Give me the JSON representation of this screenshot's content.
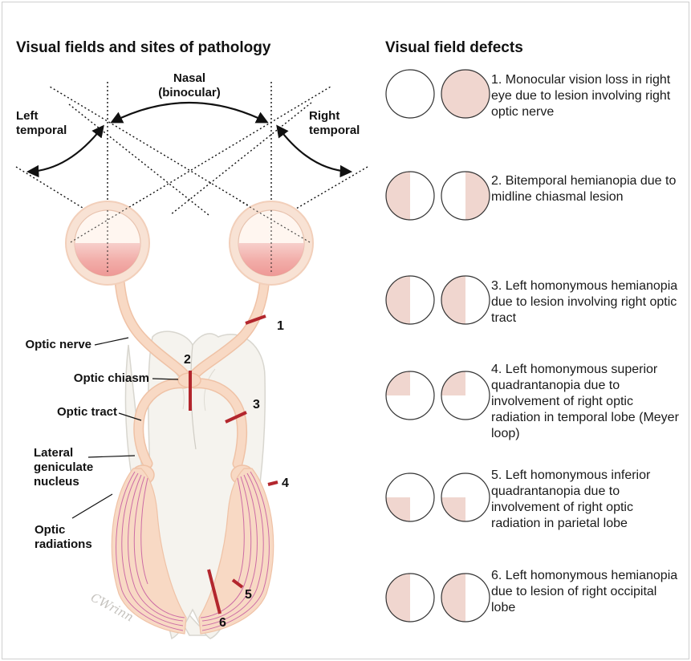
{
  "left_panel": {
    "title": "Visual fields and sites of pathology",
    "nasal_label": "Nasal\n(binocular)",
    "left_temporal_label": "Left\ntemporal",
    "right_temporal_label": "Right\ntemporal",
    "anatomy_labels": {
      "optic_nerve": "Optic nerve",
      "optic_chiasm": "Optic chiasm",
      "optic_tract": "Optic tract",
      "lgn": "Lateral\ngeniculate\nnucleus",
      "optic_radiations": "Optic\nradiations"
    },
    "lesion_numbers": [
      "1",
      "2",
      "3",
      "4",
      "5",
      "6"
    ],
    "signature": "CWrinn"
  },
  "right_panel": {
    "title": "Visual field defects",
    "defects": [
      {
        "number": "1",
        "text": "1. Monocular vision loss in right eye due to lesion involving right optic nerve",
        "pattern": "right-eye-full"
      },
      {
        "number": "2",
        "text": "2. Bitemporal hemianopia due to midline chiasmal lesion",
        "pattern": "bitemporal"
      },
      {
        "number": "3",
        "text": "3. Left homonymous hemianopia due to lesion involving right optic tract",
        "pattern": "left-half"
      },
      {
        "number": "4",
        "text": "4. Left homonymous superior quadrantanopia due to involvement of right optic radiation in temporal lobe (Meyer loop)",
        "pattern": "left-superior"
      },
      {
        "number": "5",
        "text": "5. Left homonymous inferior quadrantanopia due to involvement of right optic radiation in parietal lobe",
        "pattern": "left-inferior"
      },
      {
        "number": "6",
        "text": "6. Left homonymous hemianopia due to lesion of right occipital lobe",
        "pattern": "left-half"
      }
    ]
  },
  "colors": {
    "defect_fill": "#f0d6cf",
    "lesion": "#b3262d",
    "pathway": "#f8d9c4",
    "pathway_edge": "#efc2a6",
    "eye_fill": "#f2a8a4",
    "radiation_stroke": "#c55aa0"
  }
}
